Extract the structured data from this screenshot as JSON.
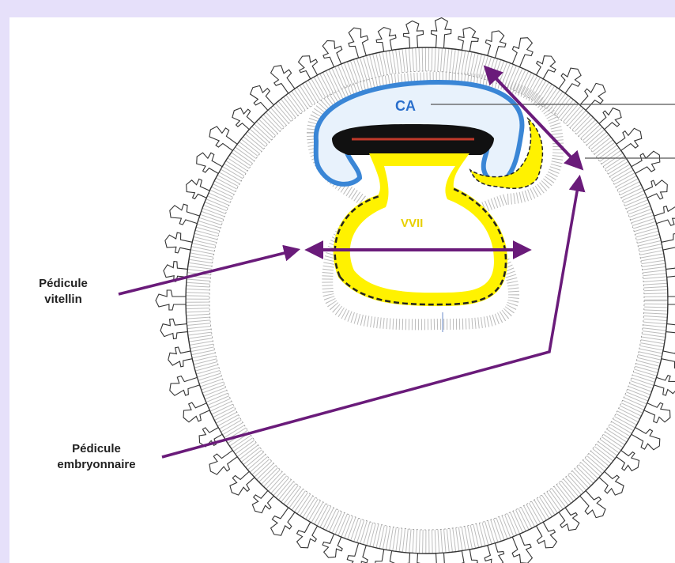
{
  "labels": {
    "amniotic_cavity": "CA",
    "yolk_vesicle": "VVII",
    "yolk_stalk_line1": "Pédicule",
    "yolk_stalk_line2": "vitellin",
    "embryonic_stalk_line1": "Pédicule",
    "embryonic_stalk_line2": "embryonnaire"
  },
  "colors": {
    "page_background": "#E6E0FA",
    "canvas_background": "#FFFFFF",
    "arrow": "#6A1B7A",
    "amnion_blue": "#3A86D6",
    "ectoderm_black": "#111111",
    "mesoderm_red": "#C0392B",
    "endoderm_yellow": "#FFF200",
    "vvii_label": "#E8D000",
    "ca_label": "#2A6FCC",
    "outline": "#333333"
  }
}
